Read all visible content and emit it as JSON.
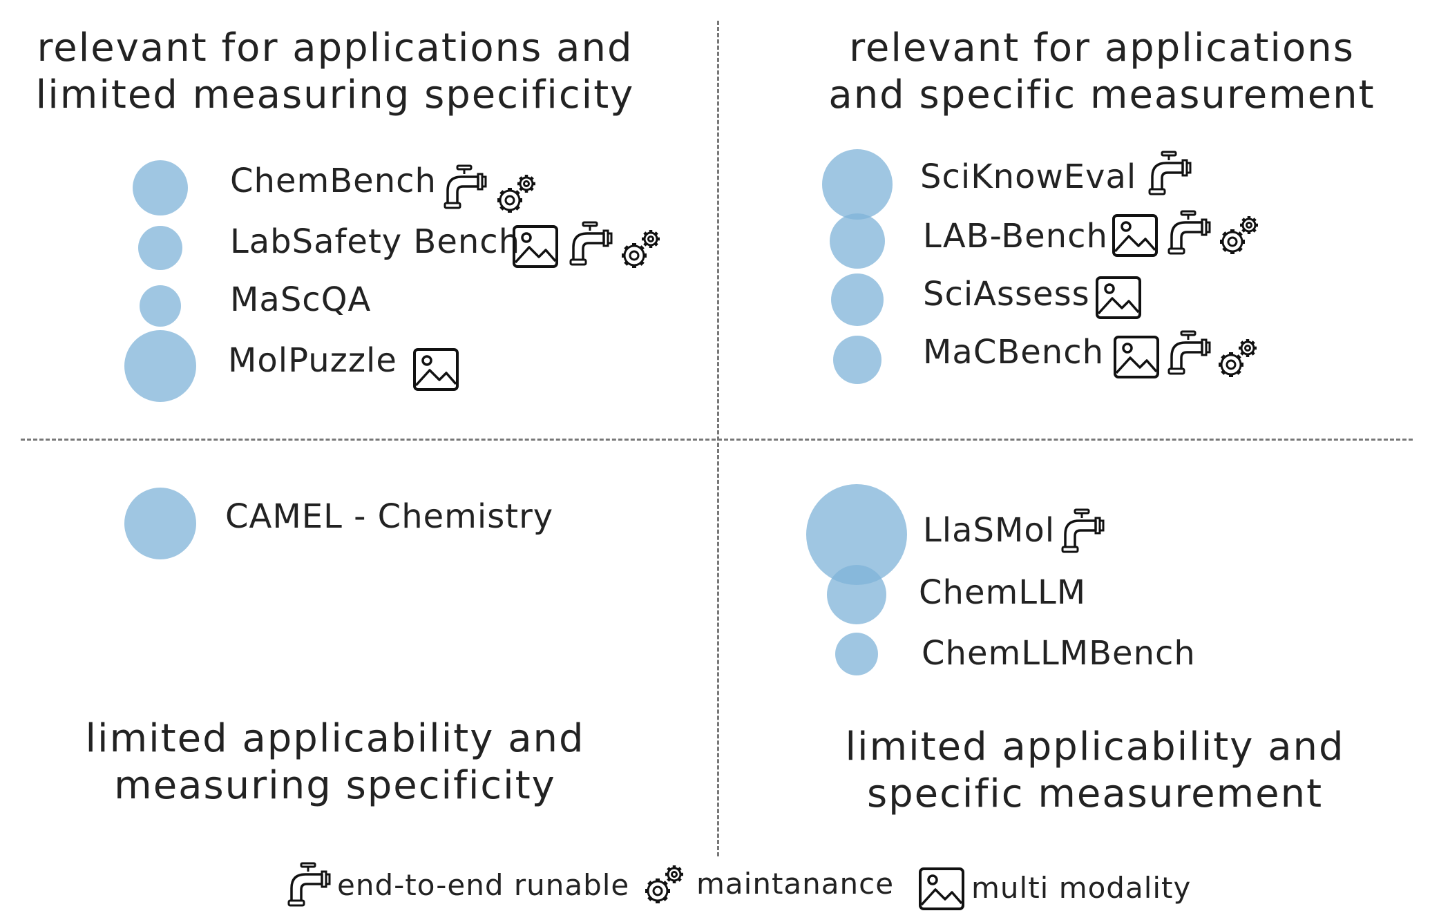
{
  "colors": {
    "bubble": "#7fb3d8",
    "divider": "#777777",
    "text": "#222222"
  },
  "quadrants": {
    "top_left": {
      "title": [
        "relevant for applications and",
        "limited measuring specificity"
      ],
      "items": [
        {
          "label": "ChemBench",
          "icons": [
            "faucet-icon",
            "gear-icon"
          ]
        },
        {
          "label": "LabSafety Bench",
          "icons": [
            "image-icon",
            "faucet-icon",
            "gear-icon"
          ]
        },
        {
          "label": "MaScQA",
          "icons": []
        },
        {
          "label": "MolPuzzle",
          "icons": [
            "image-icon"
          ]
        }
      ]
    },
    "top_right": {
      "title": [
        "relevant for applications",
        "and specific measurement"
      ],
      "items": [
        {
          "label": "SciKnowEval",
          "icons": [
            "faucet-icon"
          ]
        },
        {
          "label": "LAB-Bench",
          "icons": [
            "image-icon",
            "faucet-icon",
            "gear-icon"
          ]
        },
        {
          "label": "SciAssess",
          "icons": [
            "image-icon"
          ]
        },
        {
          "label": "MaCBench",
          "icons": [
            "image-icon",
            "faucet-icon",
            "gear-icon"
          ]
        }
      ]
    },
    "bottom_left": {
      "title": [
        "limited applicability and",
        "measuring specificity"
      ],
      "items": [
        {
          "label": "CAMEL - Chemistry",
          "icons": []
        }
      ]
    },
    "bottom_right": {
      "title": [
        "limited applicability and",
        "specific measurement"
      ],
      "items": [
        {
          "label": "LlaSMol",
          "icons": [
            "faucet-icon"
          ]
        },
        {
          "label": "ChemLLM",
          "icons": []
        },
        {
          "label": "ChemLLMBench",
          "icons": []
        }
      ]
    }
  },
  "legend": [
    {
      "icon": "faucet-icon",
      "label": "end-to-end runable"
    },
    {
      "icon": "gear-icon",
      "label": "maintanance"
    },
    {
      "icon": "image-icon",
      "label": "multi modality"
    }
  ]
}
